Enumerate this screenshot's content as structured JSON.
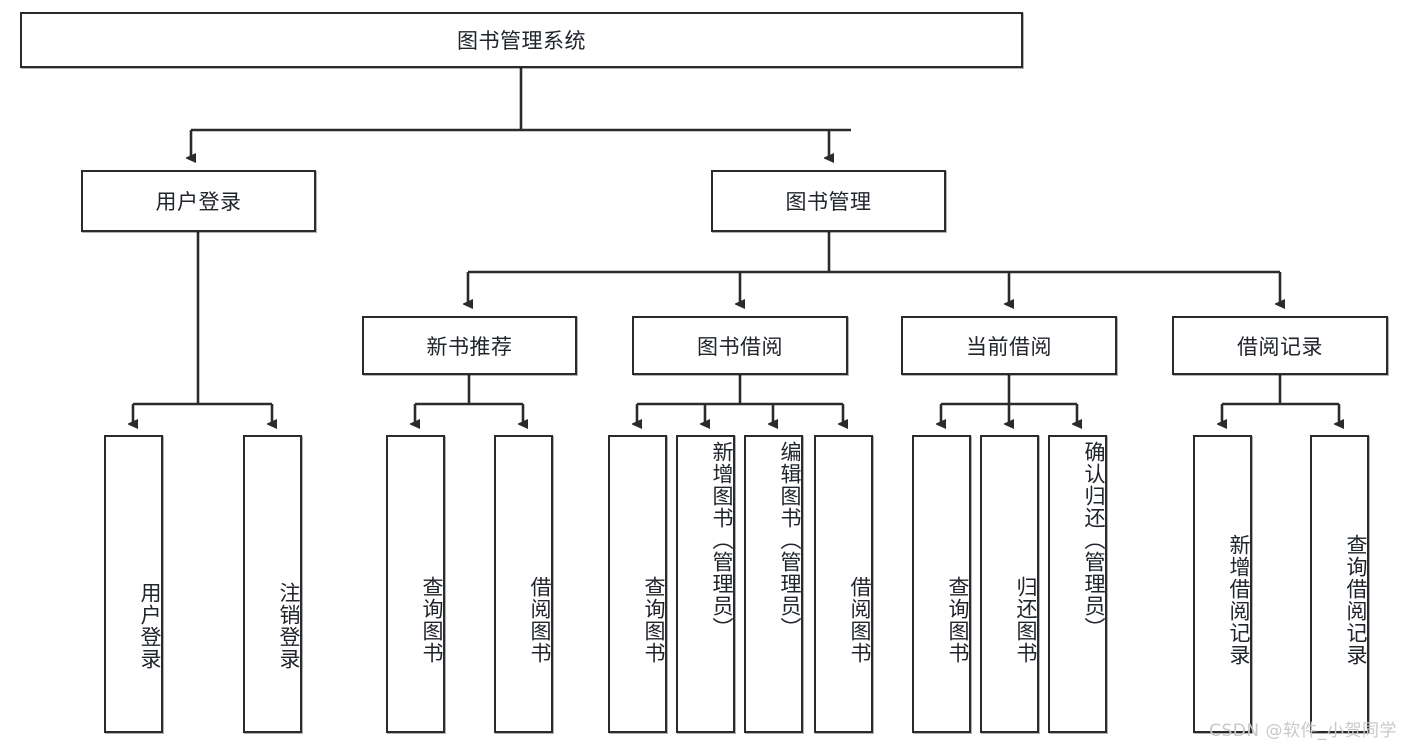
{
  "diagram": {
    "title_node": {
      "label": "图书管理系统"
    },
    "level2": [
      {
        "id": "user-login",
        "label": "用户登录"
      },
      {
        "id": "book-manage",
        "label": "图书管理"
      }
    ],
    "level3": [
      {
        "id": "new-book-recommend",
        "label": "新书推荐"
      },
      {
        "id": "book-borrow",
        "label": "图书借阅"
      },
      {
        "id": "current-borrow",
        "label": "当前借阅"
      },
      {
        "id": "borrow-record",
        "label": "借阅记录"
      }
    ],
    "leaves": [
      {
        "id": "leaf-user-login",
        "label": "用户登录",
        "parent": "user-login"
      },
      {
        "id": "leaf-user-logout",
        "label": "注销登录",
        "parent": "user-login"
      },
      {
        "id": "leaf-query-book-1",
        "label": "查询图书",
        "parent": "new-book-recommend"
      },
      {
        "id": "leaf-borrow-book-1",
        "label": "借阅图书",
        "parent": "new-book-recommend"
      },
      {
        "id": "leaf-query-book-2",
        "label": "查询图书",
        "parent": "book-borrow"
      },
      {
        "id": "leaf-add-book",
        "label": "新增图书（管理员）",
        "parent": "book-borrow"
      },
      {
        "id": "leaf-edit-book",
        "label": "编辑图书（管理员）",
        "parent": "book-borrow"
      },
      {
        "id": "leaf-borrow-book-2",
        "label": "借阅图书",
        "parent": "book-borrow"
      },
      {
        "id": "leaf-query-book-3",
        "label": "查询图书",
        "parent": "current-borrow"
      },
      {
        "id": "leaf-return-book",
        "label": "归还图书",
        "parent": "current-borrow"
      },
      {
        "id": "leaf-confirm-return",
        "label": "确认归还（管理员）",
        "parent": "current-borrow"
      },
      {
        "id": "leaf-add-record",
        "label": "新增借阅记录",
        "parent": "borrow-record"
      },
      {
        "id": "leaf-query-record",
        "label": "查询借阅记录",
        "parent": "borrow-record"
      }
    ],
    "watermark": "CSDN @软件_小贺同学",
    "colors": {
      "stroke": "#2b2b2b",
      "fill": "#ffffff",
      "text": "#20242b",
      "watermark": "#c9c9c9"
    }
  }
}
